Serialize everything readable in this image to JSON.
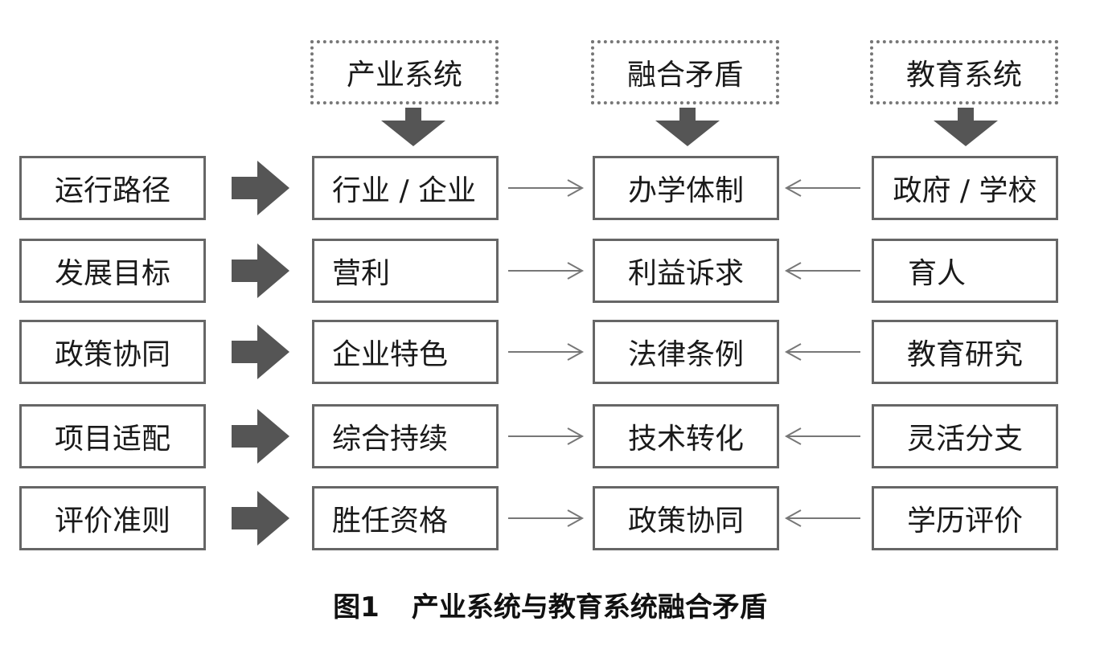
{
  "headers": {
    "industry": "产业系统",
    "contradiction": "融合矛盾",
    "education": "教育系统"
  },
  "rows": [
    {
      "dimension": "运行路径",
      "industry": "行业 / 企业",
      "contradiction": "办学体制",
      "education": "政府 / 学校"
    },
    {
      "dimension": "发展目标",
      "industry": "营利",
      "contradiction": "利益诉求",
      "education": "育人"
    },
    {
      "dimension": "政策协同",
      "industry": "企业特色",
      "contradiction": "法律条例",
      "education": "教育研究"
    },
    {
      "dimension": "项目适配",
      "industry": "综合持续",
      "contradiction": "技术转化",
      "education": "灵活分支"
    },
    {
      "dimension": "评价准则",
      "industry": "胜任资格",
      "contradiction": "政策协同",
      "education": "学历评价"
    }
  ],
  "caption": {
    "number": "图1",
    "title": "产业系统与教育系统融合矛盾"
  }
}
